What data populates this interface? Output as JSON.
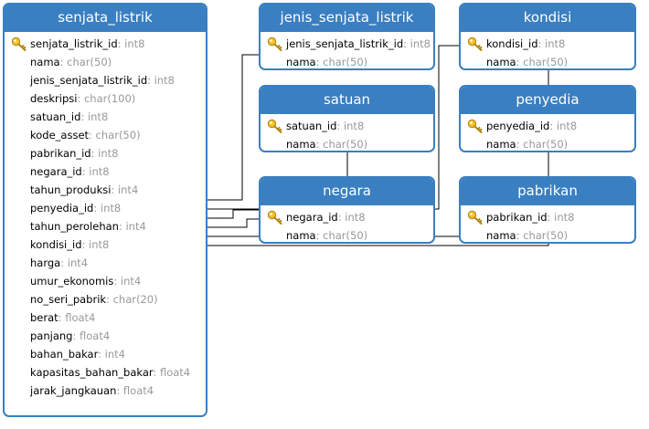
{
  "colors": {
    "header": "#3a7fc1",
    "line": "#000000",
    "type_text": "#999999"
  },
  "tables": [
    {
      "id": "senjata-listrik",
      "title": "senjata_listrik",
      "columns": [
        {
          "name": "senjata_listrik_id",
          "type": ": int8",
          "pk": true
        },
        {
          "name": "nama",
          "type": ": char(50)"
        },
        {
          "name": "jenis_senjata_listrik_id",
          "type": ": int8"
        },
        {
          "name": "deskripsi",
          "type": ": char(100)"
        },
        {
          "name": "satuan_id",
          "type": ": int8"
        },
        {
          "name": "kode_asset",
          "type": ": char(50)"
        },
        {
          "name": "pabrikan_id",
          "type": ": int8"
        },
        {
          "name": "negara_id",
          "type": ": int8"
        },
        {
          "name": "tahun_produksi",
          "type": ": int4"
        },
        {
          "name": "penyedia_id",
          "type": ": int8"
        },
        {
          "name": "tahun_perolehan",
          "type": ": int4"
        },
        {
          "name": "kondisi_id",
          "type": ": int8"
        },
        {
          "name": "harga",
          "type": ": int4"
        },
        {
          "name": "umur_ekonomis",
          "type": ": int4"
        },
        {
          "name": "no_seri_pabrik",
          "type": ": char(20)"
        },
        {
          "name": "berat",
          "type": ": float4"
        },
        {
          "name": "panjang",
          "type": ": float4"
        },
        {
          "name": "bahan_bakar",
          "type": ": int4"
        },
        {
          "name": "kapasitas_bahan_bakar",
          "type": ": float4"
        },
        {
          "name": "jarak_jangkauan",
          "type": ": float4"
        }
      ]
    },
    {
      "id": "jenis-senjata-listrik",
      "title": "jenis_senjata_listrik",
      "columns": [
        {
          "name": "jenis_senjata_listrik_id",
          "type": ": int8",
          "pk": true
        },
        {
          "name": "nama",
          "type": ": char(50)"
        }
      ]
    },
    {
      "id": "kondisi",
      "title": "kondisi",
      "columns": [
        {
          "name": "kondisi_id",
          "type": ": int8",
          "pk": true
        },
        {
          "name": "nama",
          "type": ": char(50)"
        }
      ]
    },
    {
      "id": "satuan",
      "title": "satuan",
      "columns": [
        {
          "name": "satuan_id",
          "type": ": int8",
          "pk": true
        },
        {
          "name": "nama",
          "type": ": char(50)"
        }
      ]
    },
    {
      "id": "penyedia",
      "title": "penyedia",
      "columns": [
        {
          "name": "penyedia_id",
          "type": ": int8",
          "pk": true
        },
        {
          "name": "nama",
          "type": ": char(50)"
        }
      ]
    },
    {
      "id": "negara",
      "title": "negara",
      "columns": [
        {
          "name": "negara_id",
          "type": ": int8",
          "pk": true
        },
        {
          "name": "nama",
          "type": ": char(50)"
        }
      ]
    },
    {
      "id": "pabrikan",
      "title": "pabrikan",
      "columns": [
        {
          "name": "pabrikan_id",
          "type": ": int8",
          "pk": true
        },
        {
          "name": "nama",
          "type": ": char(50)"
        }
      ]
    }
  ]
}
